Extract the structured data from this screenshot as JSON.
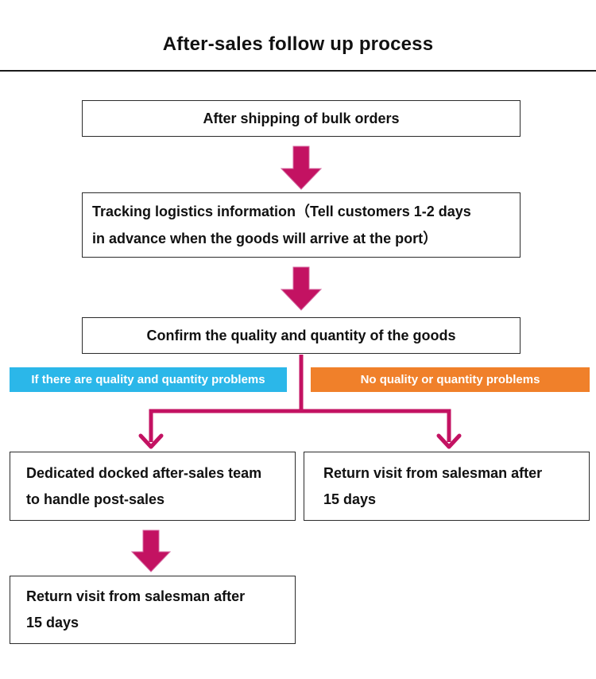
{
  "title": "After-sales follow up process",
  "colors": {
    "arrow": "#C31262",
    "arrow_edge": "#D4679F",
    "blue_label": "#2BB7E9",
    "orange_label": "#F0802A",
    "box_border": "#2B2B2B",
    "text": "#111111",
    "label_text": "#FFFFFF"
  },
  "flow": {
    "step1": {
      "text": "After shipping of bulk orders"
    },
    "step2": {
      "text": "Tracking logistics information（Tell customers 1-2 days in advance when the goods will arrive at the port）",
      "lines": [
        "Tracking logistics information（Tell customers 1-2 days",
        "in advance when the goods will arrive at the port）"
      ]
    },
    "step3": {
      "text": "Confirm the quality and quantity of the goods"
    },
    "branch_yes_label": {
      "text": "If there are quality and quantity problems"
    },
    "branch_no_label": {
      "text": "No quality or quantity problems"
    },
    "problem_team": {
      "text": "Dedicated docked after-sales team to handle post-sales",
      "lines": [
        "Dedicated docked after-sales team",
        "to handle post-sales"
      ]
    },
    "no_problem_followup": {
      "text": "Return visit from salesman after 15 days",
      "lines": [
        "Return visit from salesman after",
        "15 days"
      ]
    },
    "problem_followup": {
      "text": "Return visit from salesman after 15 days",
      "lines": [
        "Return visit from salesman after",
        "15 days"
      ]
    }
  }
}
